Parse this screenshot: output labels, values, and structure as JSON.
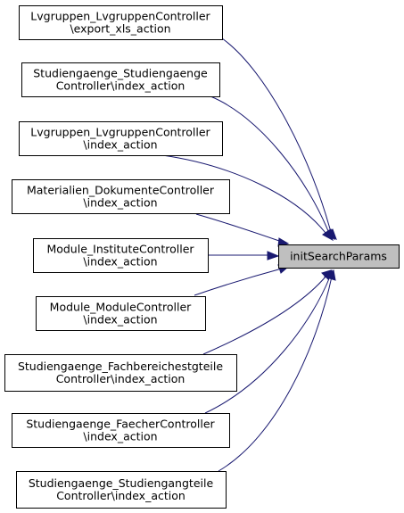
{
  "diagram": {
    "type": "call-graph",
    "target": {
      "id": "init",
      "lines": [
        "initSearchParams"
      ]
    },
    "callers": [
      {
        "id": "c1",
        "lines": [
          "Lvgruppen_LvgruppenController",
          "\\export_xls_action"
        ]
      },
      {
        "id": "c2",
        "lines": [
          "Studiengaenge_Studiengaenge",
          "Controller\\index_action"
        ]
      },
      {
        "id": "c3",
        "lines": [
          "Lvgruppen_LvgruppenController",
          "\\index_action"
        ]
      },
      {
        "id": "c4",
        "lines": [
          "Materialien_DokumenteController",
          "\\index_action"
        ]
      },
      {
        "id": "c5",
        "lines": [
          "Module_InstituteController",
          "\\index_action"
        ]
      },
      {
        "id": "c6",
        "lines": [
          "Module_ModuleController",
          "\\index_action"
        ]
      },
      {
        "id": "c7",
        "lines": [
          "Studiengaenge_Fachbereichestgteile",
          "Controller\\index_action"
        ]
      },
      {
        "id": "c8",
        "lines": [
          "Studiengaenge_FaecherController",
          "\\index_action"
        ]
      },
      {
        "id": "c9",
        "lines": [
          "Studiengaenge_Studiengangteile",
          "Controller\\index_action"
        ]
      }
    ],
    "colors": {
      "edge": "#191970",
      "target_fill": "#bfbfbf",
      "node_fill": "#ffffff",
      "node_border": "#000000"
    }
  }
}
